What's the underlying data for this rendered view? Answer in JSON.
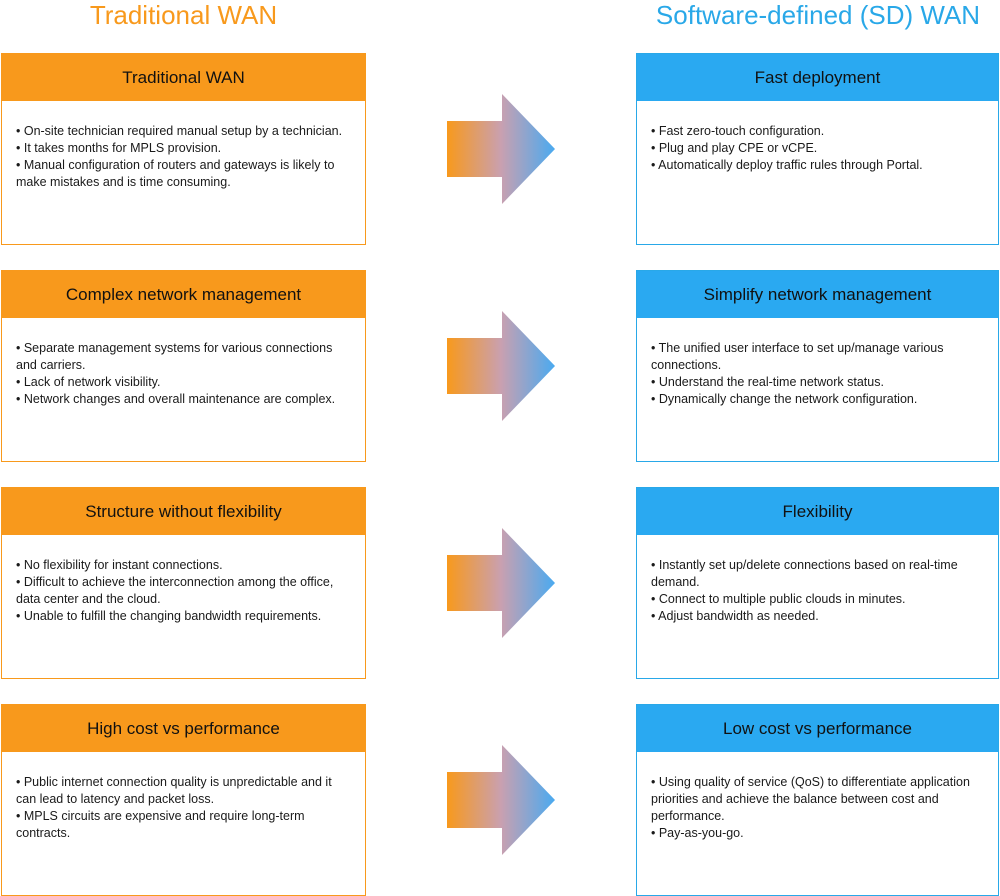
{
  "titles": {
    "left": "Traditional WAN",
    "right": "Software-defined (SD) WAN"
  },
  "rows": [
    {
      "left": {
        "heading": "Traditional WAN",
        "bullets": [
          "• On-site technician required manual setup by a technician.",
          "• It takes months for MPLS provision.",
          "• Manual configuration of routers and gateways is likely to make mistakes and is time consuming."
        ]
      },
      "right": {
        "heading": "Fast deployment",
        "bullets": [
          "• Fast zero-touch configuration.",
          "• Plug and play CPE or vCPE.",
          "• Automatically deploy traffic rules through Portal."
        ]
      }
    },
    {
      "left": {
        "heading": "Complex network management",
        "bullets": [
          "• Separate management systems for various connections and carriers.",
          "• Lack of network visibility.",
          "• Network changes and overall maintenance are complex."
        ]
      },
      "right": {
        "heading": "Simplify network management",
        "bullets": [
          "• The unified user interface to set up/manage various connections.",
          "• Understand the real-time network status.",
          "• Dynamically change the network configuration."
        ]
      }
    },
    {
      "left": {
        "heading": "Structure without flexibility",
        "bullets": [
          "• No flexibility for instant connections.",
          "• Difficult to achieve the interconnection among the office, data center and the cloud.",
          "• Unable to fulfill the changing bandwidth requirements."
        ]
      },
      "right": {
        "heading": "Flexibility",
        "bullets": [
          "• Instantly set up/delete connections based on real-time demand.",
          "• Connect to multiple public clouds in minutes.",
          "• Adjust bandwidth as needed."
        ]
      }
    },
    {
      "left": {
        "heading": "High cost vs performance",
        "bullets": [
          "• Public internet connection quality is unpredictable and it can lead to latency and packet loss.",
          "• MPLS circuits are expensive and require long-term contracts."
        ]
      },
      "right": {
        "heading": "Low cost vs performance",
        "bullets": [
          "• Using quality of service (QoS) to differentiate application priorities and achieve the balance between cost and performance.",
          "• Pay-as-you-go."
        ]
      }
    }
  ],
  "colors": {
    "traditional_orange": "#f8991c",
    "sdwan_blue": "#2aa9f1",
    "arrow_start": "#f8991c",
    "arrow_mid": "#c9a0b0",
    "arrow_end": "#4aaaf0"
  }
}
